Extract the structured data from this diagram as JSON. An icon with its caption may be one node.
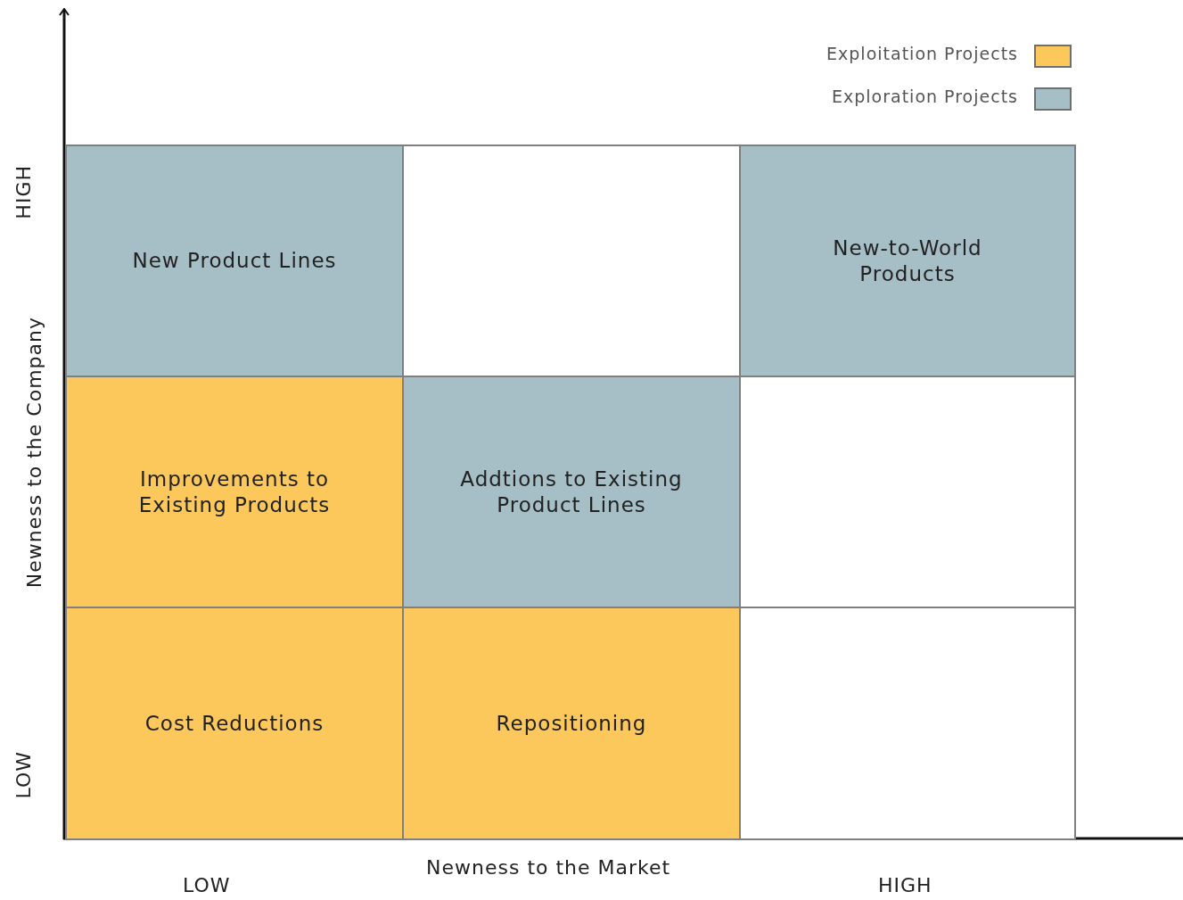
{
  "diagram": {
    "nodes": [
      {
        "text": [
          "New Product Lines"
        ]
      },
      {
        "text": [],
        "shape": "box"
      },
      {
        "text": [
          "New-to-World Products"
        ]
      },
      {
        "text": [
          "Improvements to Existing Products"
        ]
      },
      {
        "text": [
          "Addtions to Existing Product Lines"
        ]
      },
      {
        "text": [],
        "shape": "box"
      },
      {
        "text": [
          "Cost Reductions"
        ]
      },
      {
        "text": [
          "Repositioning"
        ]
      },
      {
        "text": [],
        "shape": "box"
      }
    ],
    "labels": [
      "HIGH",
      "Newness to the Company",
      "LOW",
      "Newness to the Market",
      "LOW",
      "HIGH"
    ],
    "legend": [
      {
        "text": "Exploitation Projects",
        "color": "#fcc75b"
      },
      {
        "text": "Exploration Projects",
        "color": "#a6bec6"
      }
    ]
  }
}
